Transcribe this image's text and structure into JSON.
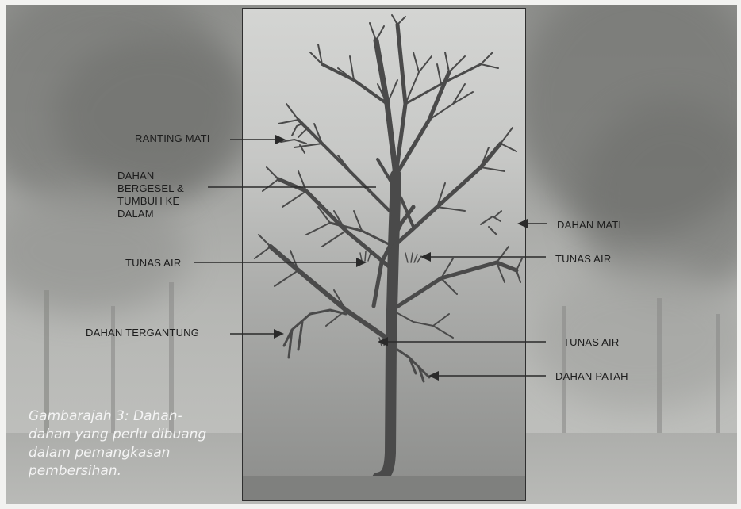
{
  "labels": {
    "ranting_mati": "RANTING MATI",
    "dahan_bergesel": "DAHAN\nBERGESEL &\nTUMBUH KE\nDALAM",
    "tunas_air_left": "TUNAS AIR",
    "dahan_tergantung": "DAHAN TERGANTUNG",
    "dahan_mati": "DAHAN MATI",
    "tunas_air_right_upper": "TUNAS AIR",
    "tunas_air_right_lower": "TUNAS AIR",
    "dahan_patah": "DAHAN PATAH"
  },
  "caption": "Gambarajah 3: Dahan-\ndahan yang perlu dibuang\ndalam pemangkasan\npembersihan.",
  "colors": {
    "tree": "#4a4a4a",
    "text": "#1c1c1c",
    "caption": "#f4f4f4",
    "frame": "#2f2f2f"
  }
}
